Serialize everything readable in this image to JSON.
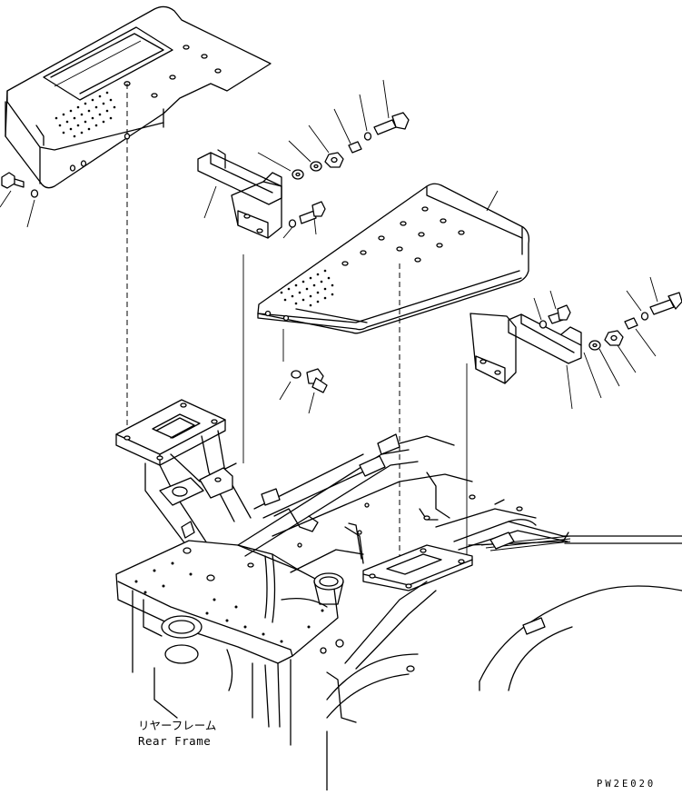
{
  "labels": {
    "frame_jp": "リヤーフレーム",
    "frame_en": "Rear Frame",
    "drawing_code": "PW2E020"
  }
}
